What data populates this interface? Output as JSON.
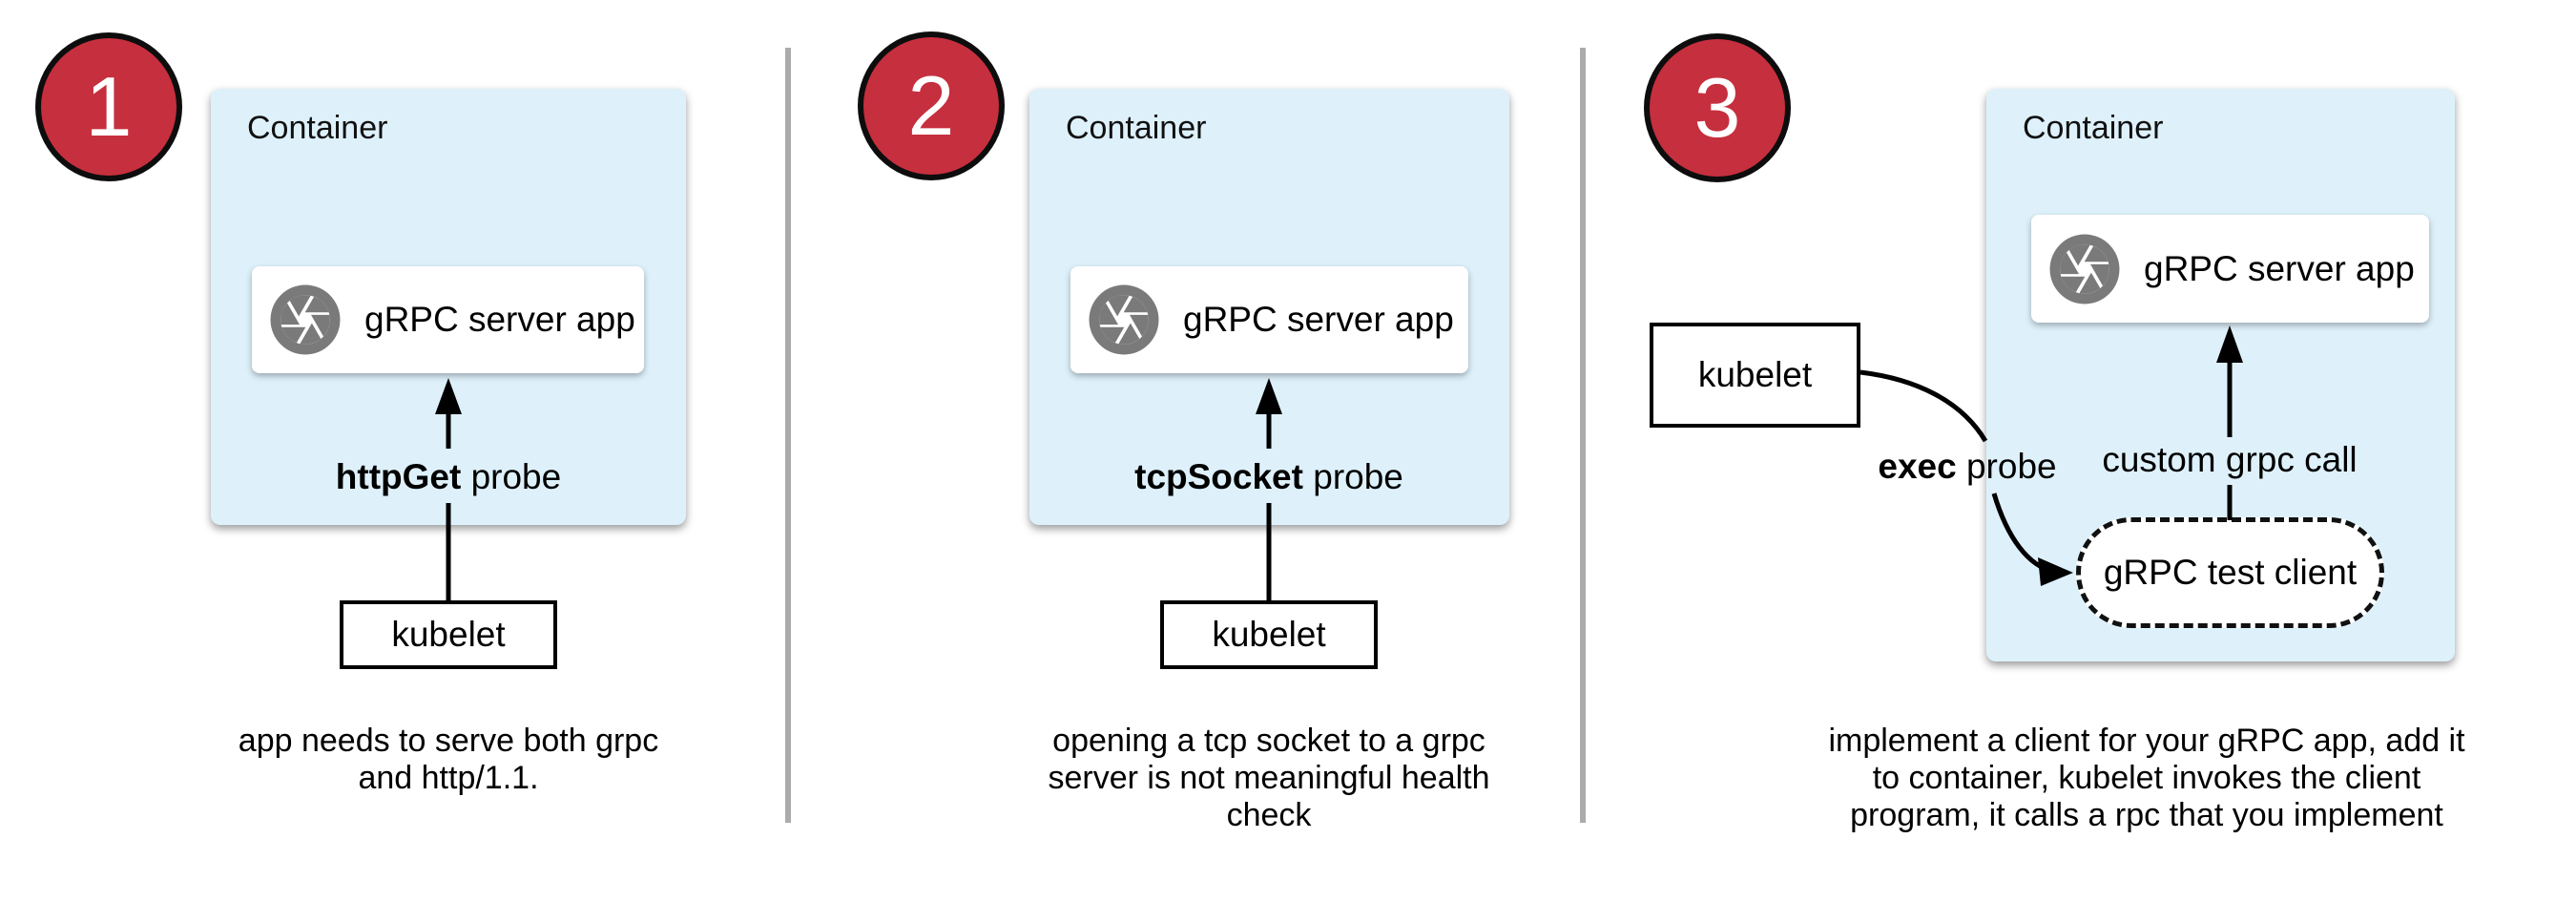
{
  "colors": {
    "accent_red": "#c62f3e",
    "circle_border": "#0d0d0d",
    "container_fill": "#def1fb",
    "icon_gray": "#7a7a7a",
    "divider_gray": "#ababab",
    "ink": "#000000",
    "box_white": "#ffffff"
  },
  "panels": [
    {
      "number": "1",
      "container_label": "Container",
      "server_label": "gRPC server app",
      "server_icon": "camera-aperture-icon",
      "probe_bold": "httpGet",
      "probe_rest": " probe",
      "kubelet_label": "kubelet",
      "caption_lines": [
        "app needs to serve both grpc",
        "and http/1.1."
      ]
    },
    {
      "number": "2",
      "container_label": "Container",
      "server_label": "gRPC server app",
      "server_icon": "camera-aperture-icon",
      "probe_bold": "tcpSocket",
      "probe_rest": " probe",
      "kubelet_label": "kubelet",
      "caption_lines": [
        "opening a tcp socket to a grpc",
        "server is not meaningful health",
        "check"
      ]
    },
    {
      "number": "3",
      "container_label": "Container",
      "server_label": "gRPC server app",
      "server_icon": "camera-aperture-icon",
      "probe_bold": "exec",
      "probe_rest": " probe",
      "kubelet_label": "kubelet",
      "grpc_call_label": "custom grpc call",
      "test_client_label": "gRPC test client",
      "caption_lines": [
        "implement a client for your gRPC app, add it",
        "to container, kubelet invokes the client",
        "program, it calls a rpc that you implement"
      ]
    }
  ]
}
